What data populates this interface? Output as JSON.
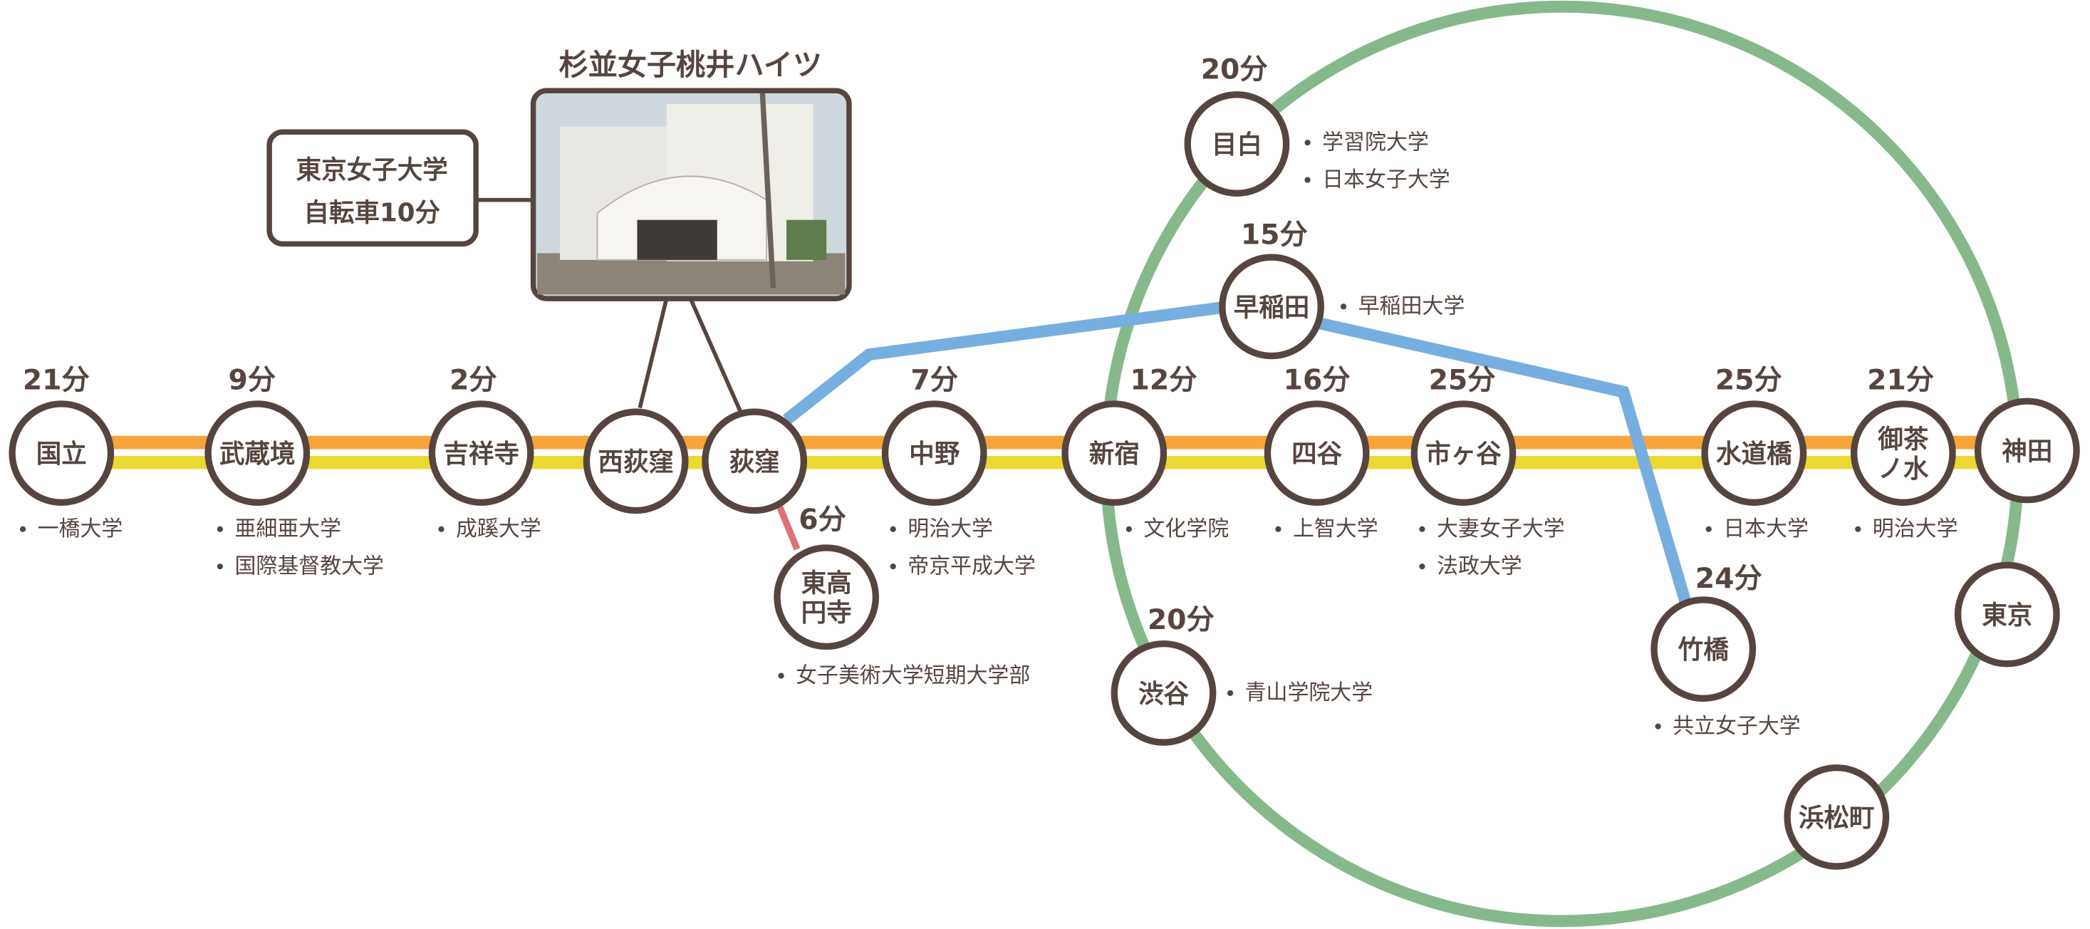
{
  "title": "杉並女子桃井ハイツ",
  "callout": {
    "line1": "東京女子大学",
    "line2": "自転車10分"
  },
  "colors": {
    "text": "#56453f",
    "chuo_orange": "#f7a43b",
    "sobu_yellow": "#ecd833",
    "tozai_blue": "#76aee0",
    "yamanote_green": "#85b98a",
    "marunouchi_pink": "#de7276"
  },
  "stations": [
    {
      "id": "kunitachi",
      "name": [
        "国立"
      ],
      "time": "21分",
      "universities": [
        "一橋大学"
      ]
    },
    {
      "id": "musashisakai",
      "name": [
        "武蔵境"
      ],
      "time": "9分",
      "universities": [
        "亜細亜大学",
        "国際基督教大学"
      ]
    },
    {
      "id": "kichijoji",
      "name": [
        "吉祥寺"
      ],
      "time": "2分",
      "universities": [
        "成蹊大学"
      ]
    },
    {
      "id": "nishiogikubo",
      "name": [
        "西荻窪"
      ],
      "time": "",
      "universities": []
    },
    {
      "id": "ogikubo",
      "name": [
        "荻窪"
      ],
      "time": "",
      "universities": []
    },
    {
      "id": "higashikoenji",
      "name": [
        "東高",
        "円寺"
      ],
      "time": "6分",
      "universities": [
        "女子美術大学短期大学部"
      ]
    },
    {
      "id": "nakano",
      "name": [
        "中野"
      ],
      "time": "7分",
      "universities": [
        "明治大学",
        "帝京平成大学"
      ]
    },
    {
      "id": "shinjuku",
      "name": [
        "新宿"
      ],
      "time": "12分",
      "universities": [
        "文化学院"
      ]
    },
    {
      "id": "yotsuya",
      "name": [
        "四谷"
      ],
      "time": "16分",
      "universities": [
        "上智大学"
      ]
    },
    {
      "id": "ichigaya",
      "name": [
        "市ヶ谷"
      ],
      "time": "25分",
      "universities": [
        "大妻女子大学",
        "法政大学"
      ]
    },
    {
      "id": "suidobashi",
      "name": [
        "水道橋"
      ],
      "time": "25分",
      "universities": [
        "日本大学"
      ]
    },
    {
      "id": "ochanomizu",
      "name": [
        "御茶",
        "ノ水"
      ],
      "time": "21分",
      "universities": [
        "明治大学"
      ]
    },
    {
      "id": "kanda",
      "name": [
        "神田"
      ],
      "time": "",
      "universities": []
    },
    {
      "id": "tokyo",
      "name": [
        "東京"
      ],
      "time": "",
      "universities": []
    },
    {
      "id": "hamamatsucho",
      "name": [
        "浜松町"
      ],
      "time": "",
      "universities": []
    },
    {
      "id": "takebashi",
      "name": [
        "竹橋"
      ],
      "time": "24分",
      "universities": [
        "共立女子大学"
      ]
    },
    {
      "id": "shibuya",
      "name": [
        "渋谷"
      ],
      "time": "20分",
      "universities": [
        "青山学院大学"
      ]
    },
    {
      "id": "waseda",
      "name": [
        "早稲田"
      ],
      "time": "15分",
      "universities": [
        "早稲田大学"
      ]
    },
    {
      "id": "mejiro",
      "name": [
        "目白"
      ],
      "time": "20分",
      "universities": [
        "学習院大学",
        "日本女子大学"
      ]
    }
  ]
}
